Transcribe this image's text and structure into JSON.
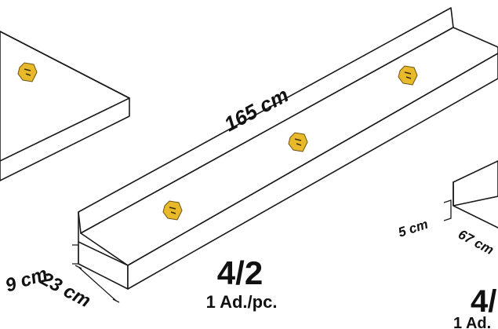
{
  "dimensions": {
    "length": "165 cm",
    "height": "9 cm",
    "depth": "23 cm",
    "side_height": "5 cm",
    "side_depth": "67 cm"
  },
  "main_part": {
    "code": "4/2",
    "quantity": "1 Ad./pc."
  },
  "side_part": {
    "code": "4/",
    "quantity": "1 Ad."
  },
  "colors": {
    "line": "#1a1a1a",
    "marker": "#e8b92a"
  },
  "icons": [
    "hardware-marker-icon"
  ]
}
